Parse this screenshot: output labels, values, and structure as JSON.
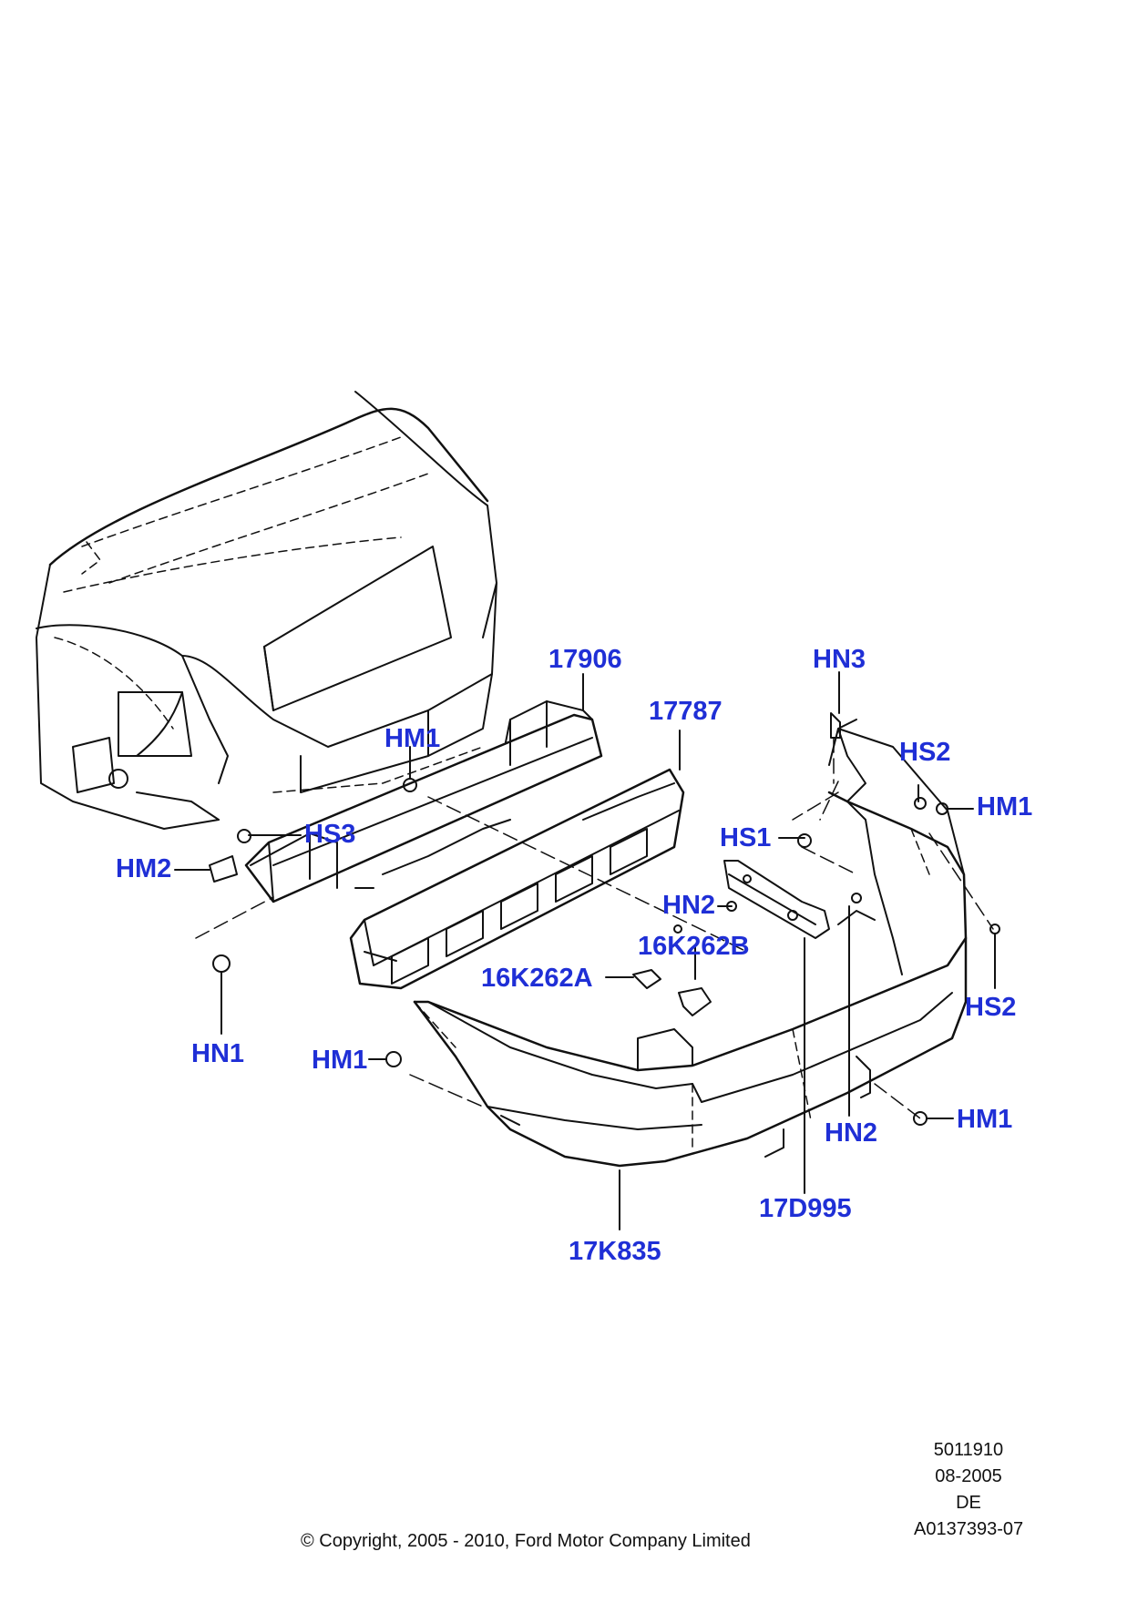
{
  "callouts": {
    "c17906": "17906",
    "c17787": "17787",
    "hn3": "HN3",
    "hs2_top": "HS2",
    "hm1_right_top": "HM1",
    "hm1_center": "HM1",
    "hs3": "HS3",
    "hm2": "HM2",
    "hs1": "HS1",
    "hn2_left": "HN2",
    "c16k262b": "16K262B",
    "c16k262a": "16K262A",
    "hn1": "HN1",
    "hm1_left": "HM1",
    "hs2_right": "HS2",
    "hm1_right_bottom": "HM1",
    "hn2_bottom": "HN2",
    "c17d995": "17D995",
    "c17k835": "17K835"
  },
  "meta": {
    "number": "5011910",
    "date": "08-2005",
    "lang": "DE",
    "ref": "A0137393-07",
    "copyright": "© Copyright, 2005 - 2010, Ford Motor Company Limited"
  },
  "colors": {
    "callout": "#1f2fd6",
    "line": "#111111"
  }
}
